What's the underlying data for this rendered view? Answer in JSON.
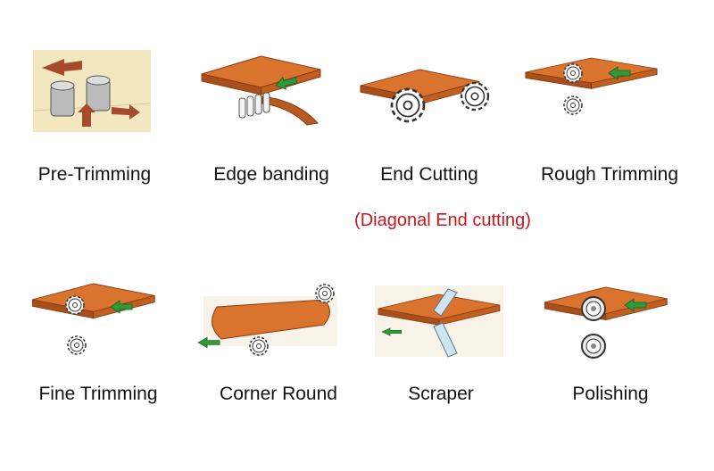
{
  "steps": [
    {
      "label": "Pre-Trimming"
    },
    {
      "label": "Edge banding"
    },
    {
      "label": "End Cutting"
    },
    {
      "label": "Rough Trimming"
    },
    {
      "label": "Fine Trimming"
    },
    {
      "label": "Corner Round"
    },
    {
      "label": "Scraper"
    },
    {
      "label": "Polishing"
    }
  ],
  "note": "(Diagonal End cutting)",
  "colors": {
    "board": "#d9732e",
    "board_edge": "#8a3b12",
    "arrow": "#2f9a3a",
    "note": "#c8161d",
    "pretrim_bg": "#f3e7bf"
  }
}
